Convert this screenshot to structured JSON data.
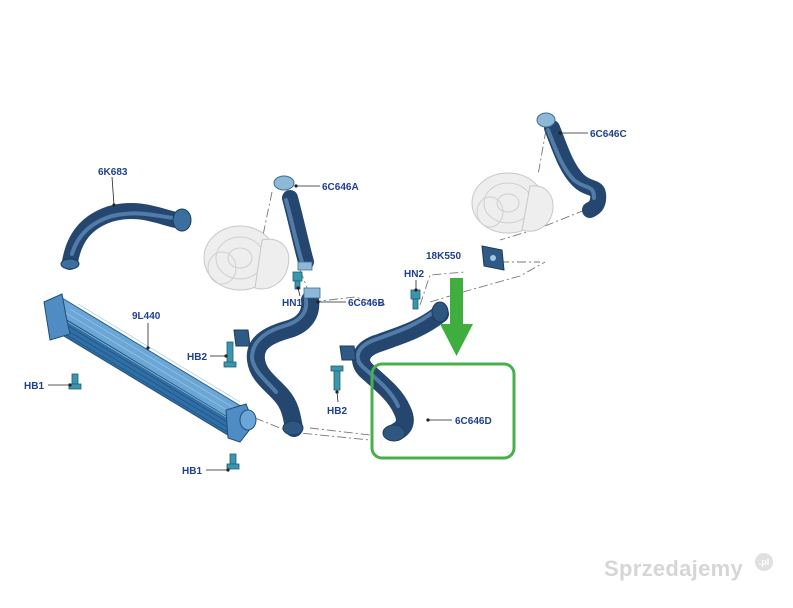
{
  "diagram": {
    "labels": {
      "p_6K683": "6K683",
      "p_6C646A": "6C646A",
      "p_6C646C": "6C646C",
      "p_18K": "18K550",
      "p_HN2": "HN2",
      "p_HN1": "HN1",
      "p_6C646B": "6C646B",
      "p_9L440": "9L440",
      "p_HB2_left": "HB2",
      "p_HB2_mid": "HB2",
      "p_HB1_left": "HB1",
      "p_HB1_bottom": "HB1",
      "p_6C646D": "6C646D"
    },
    "colors": {
      "hose": "#24466f",
      "label": "#1f3f8f",
      "highlight_box": "#48b048",
      "arrow": "#3fae3f",
      "bolt": "#3a95ad"
    },
    "highlighted_part": "6C646D"
  },
  "watermark": {
    "text": "Sprzedajemy",
    "badge": ".pl"
  }
}
